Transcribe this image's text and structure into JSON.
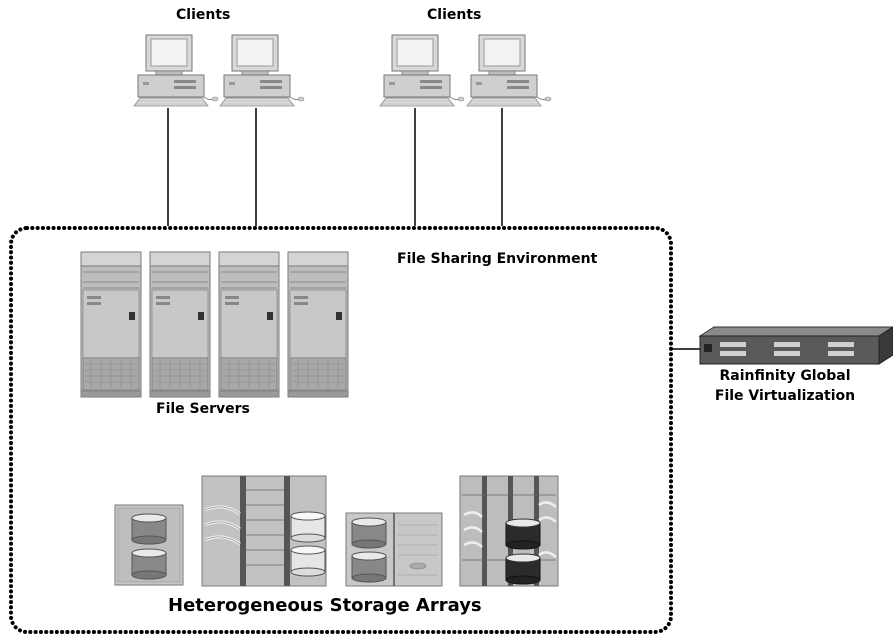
{
  "diagram": {
    "clients_label_left": "Clients",
    "clients_label_right": "Clients",
    "environment_label": "File Sharing Environment",
    "file_servers_label": "File Servers",
    "storage_label": "Heterogeneous Storage Arrays",
    "appliance_label_line1": "Rainfinity Global",
    "appliance_label_line2": "File Virtualization"
  },
  "colors": {
    "boundary": "#000000",
    "server_face": "#b8b8b8",
    "storage_face": "#c4c4c4",
    "appliance": "#5a5a5a"
  }
}
